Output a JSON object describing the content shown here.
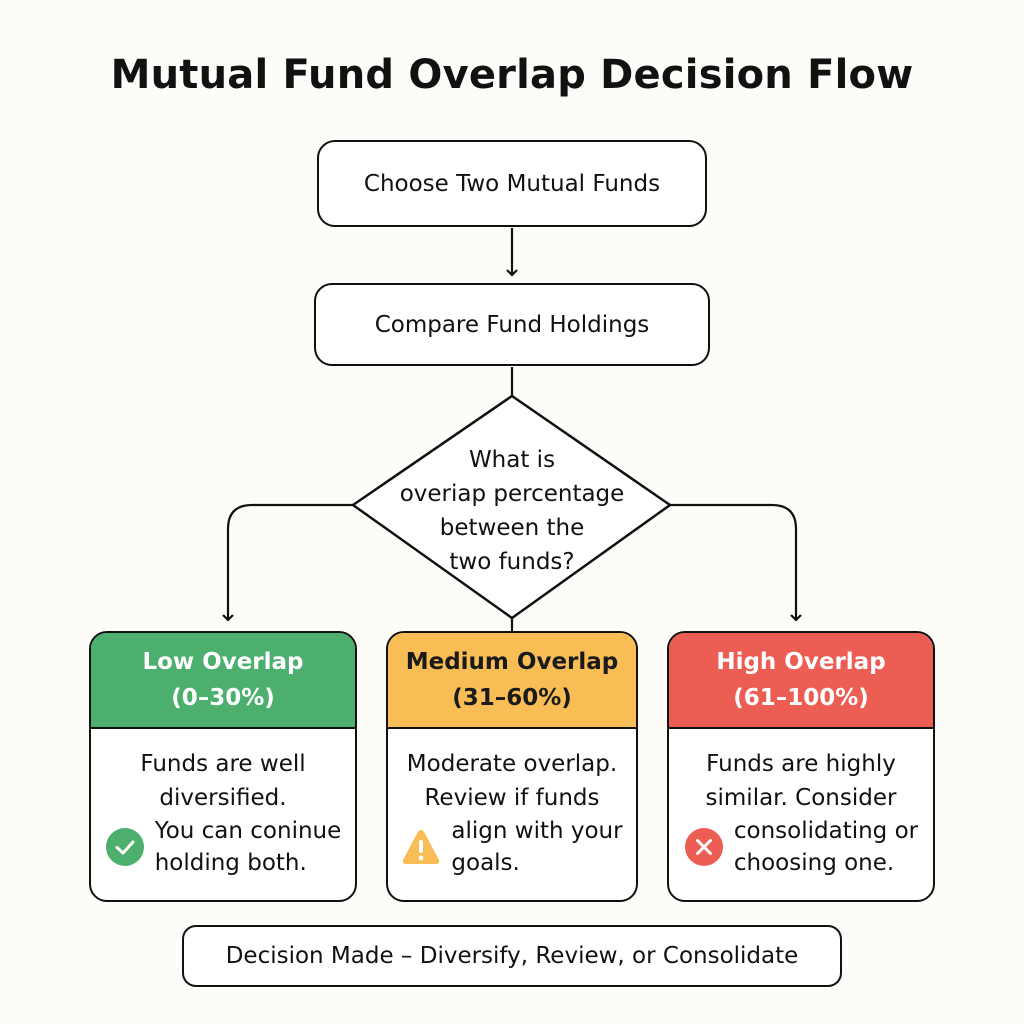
{
  "title": "Mutual Fund Overlap Decision Flow",
  "steps": {
    "choose": "Choose Two Mutual Funds",
    "compare": "Compare Fund Holdings"
  },
  "decision": {
    "lines": [
      "What is",
      "overiap percentage",
      "between the",
      "two funds?"
    ]
  },
  "outcomes": {
    "low": {
      "title": "Low Overlap",
      "range": "(0–30%)",
      "text_lines": [
        "Funds are well",
        "diversified."
      ],
      "action_lines": [
        "You can coninue",
        "holding both."
      ],
      "icon": "check-circle-icon",
      "color": "#4caf6e"
    },
    "medium": {
      "title": "Medium Overlap",
      "range": "(31–60%)",
      "text_lines": [
        "Moderate overlap.",
        "Review if funds"
      ],
      "action_lines": [
        "align with your",
        "goals."
      ],
      "icon": "warning-triangle-icon",
      "color": "#f8be55"
    },
    "high": {
      "title": "High Overlap",
      "range": "(61–100%)",
      "text_lines": [
        "Funds are highly",
        "similar. Consider"
      ],
      "action_lines": [
        "consolidating or",
        "choosing one."
      ],
      "icon": "x-circle-icon",
      "color": "#ec5e54"
    }
  },
  "final": "Decision Made – Diversify, Review, or Consolidate"
}
